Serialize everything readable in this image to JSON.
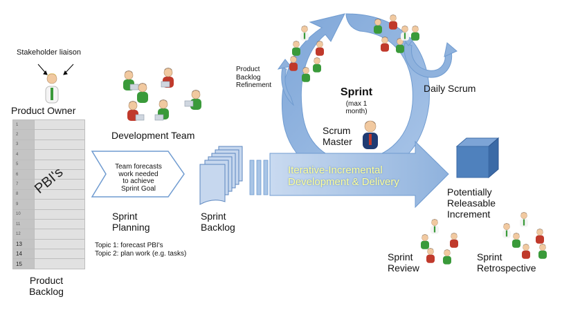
{
  "stakeholder_liaison": "Stakeholder liaison",
  "product_owner": "Product Owner",
  "product_backlog": {
    "label_line1": "Product",
    "label_line2": "Backlog",
    "pbis_text": "PBI's",
    "rows": [
      "1",
      "2",
      "3",
      "4",
      "5",
      "6",
      "7",
      "8",
      "9",
      "10",
      "11",
      "12",
      "13",
      "14",
      "15"
    ]
  },
  "development_team": "Development Team",
  "sprint_planning": {
    "forecast_line1": "Team forecasts",
    "forecast_line2": "work needed",
    "forecast_line3": "to achieve",
    "forecast_line4": "Sprint Goal",
    "title_line1": "Sprint",
    "title_line2": "Planning",
    "topic1": "Topic 1: forecast PBI's",
    "topic2": "Topic 2: plan work (e.g. tasks)"
  },
  "sprint_backlog": {
    "line1": "Sprint",
    "line2": "Backlog"
  },
  "refinement": {
    "line1": "Product",
    "line2": "Backlog",
    "line3": "Refinement"
  },
  "sprint": {
    "title": "Sprint",
    "sub1": "(max 1",
    "sub2": "month)"
  },
  "scrum_master": {
    "line1": "Scrum",
    "line2": "Master"
  },
  "daily_scrum": "Daily Scrum",
  "iterative": {
    "line1": "Iterative-Incremental",
    "line2": "Development & Delivery"
  },
  "increment": {
    "line1": "Potentially",
    "line2": "Releasable",
    "line3": "Increment"
  },
  "sprint_review": {
    "line1": "Sprint",
    "line2": "Review"
  },
  "sprint_retro": {
    "line1": "Sprint",
    "line2": "Retrospective"
  },
  "colors": {
    "cycle_blue": "#8fb2dd",
    "arrow_blue": "#a8c4e6",
    "cube_blue": "#4f81bd",
    "doc_blue": "#c6d7ee",
    "iterative_text": "#ffff99",
    "person_green": "#3a9a3a",
    "person_red": "#c0392b",
    "person_white": "#f4f4f4",
    "person_navy": "#1f3b73"
  }
}
